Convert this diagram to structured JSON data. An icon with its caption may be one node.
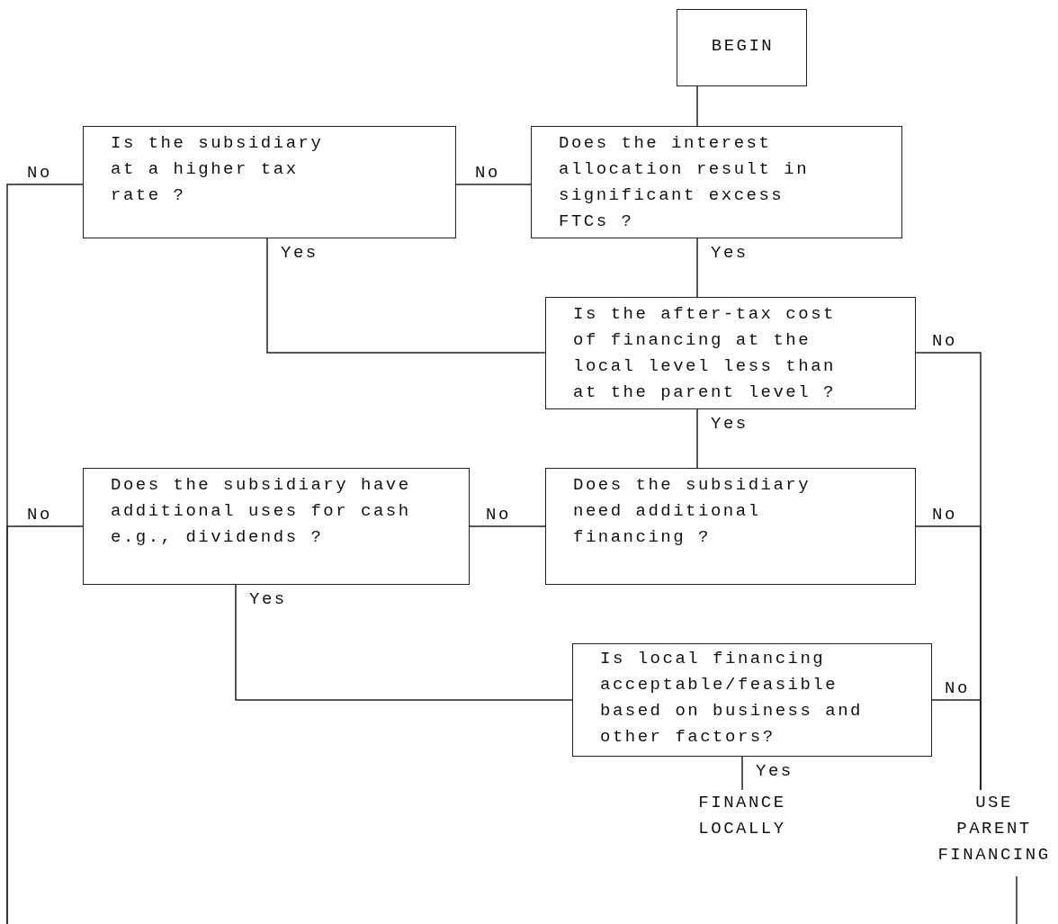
{
  "diagram": {
    "nodes": [
      {
        "text": [
          "BEGIN"
        ]
      },
      {
        "text": [
          "Is the subsidiary at a higher tax rate ?"
        ]
      },
      {
        "text": [
          "Does the interest allocation result in significant excess FTCs ?"
        ]
      },
      {
        "text": [
          "Is the after-tax cost of financing at the local level less than at the parent level ?"
        ]
      },
      {
        "text": [
          "Does the subsidiary have additional uses for cash e.g., dividends ?"
        ]
      },
      {
        "text": [
          "Does the subsidiary need additional financing ?"
        ]
      },
      {
        "text": [
          "Is local financing acceptable/feasible based on business and other factors?"
        ]
      },
      {
        "text": [
          "FINANCE LOCALLY"
        ]
      },
      {
        "text": [
          "USE PARENT FINANCING"
        ]
      }
    ],
    "edges": [
      {
        "from": 0,
        "to": 2,
        "arrow": "none"
      },
      {
        "from": 2,
        "to": 1,
        "arrow": "none",
        "label": "No"
      },
      {
        "from": 2,
        "to": 3,
        "arrow": "none",
        "label": "Yes"
      },
      {
        "from": 1,
        "to": 3,
        "arrow": "none",
        "label": "Yes"
      },
      {
        "from": 1,
        "to": null,
        "arrow": "none",
        "label": "No"
      },
      {
        "from": 3,
        "to": 8,
        "arrow": "none",
        "label": "No"
      },
      {
        "from": 3,
        "to": 5,
        "arrow": "none",
        "label": "Yes"
      },
      {
        "from": 5,
        "to": 4,
        "arrow": "none",
        "label": "No"
      },
      {
        "from": 5,
        "to": 8,
        "arrow": "none",
        "label": "No"
      },
      {
        "from": 4,
        "to": 6,
        "arrow": "none",
        "label": "Yes"
      },
      {
        "from": 4,
        "to": null,
        "arrow": "none",
        "label": "No"
      },
      {
        "from": 6,
        "to": 7,
        "arrow": "none",
        "label": "Yes"
      },
      {
        "from": 6,
        "to": 8,
        "arrow": "none",
        "label": "No"
      },
      {
        "from": 8,
        "to": null,
        "arrow": "none"
      }
    ]
  }
}
